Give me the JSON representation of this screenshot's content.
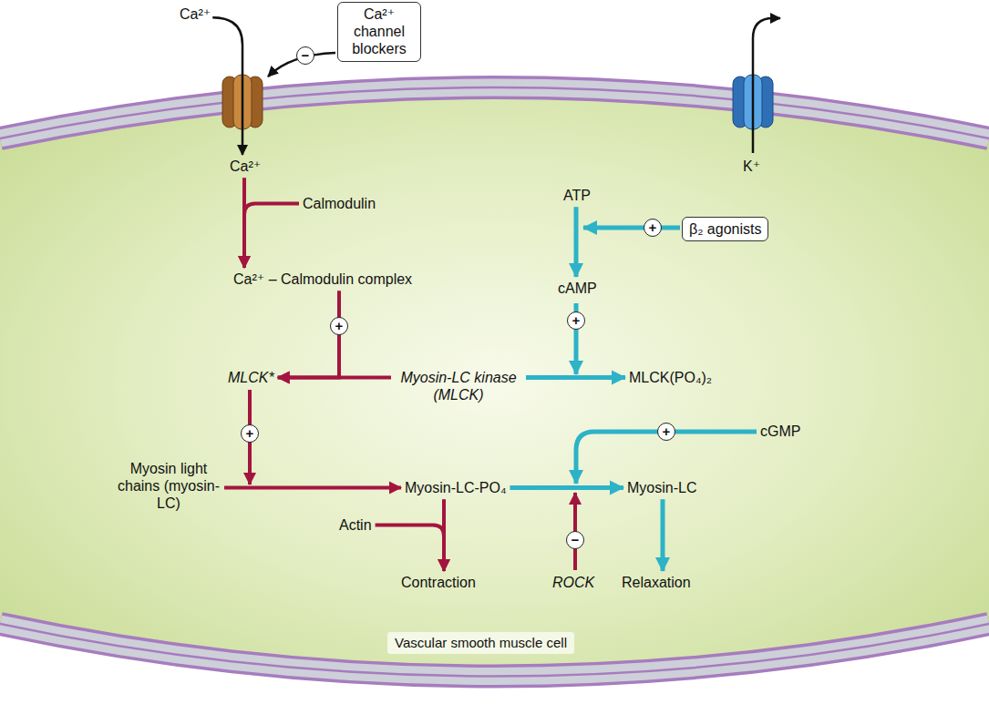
{
  "diagram": {
    "nodes": [
      {
        "text": [
          "Ca²⁺"
        ]
      },
      {
        "text": [
          "Ca²⁺ channel blockers"
        ]
      },
      {
        "text": [
          "Vascular smooth muscle cell"
        ]
      },
      {
        "text": [
          "Ca²⁺"
        ],
        "in": 2
      },
      {
        "text": [
          "Calmodulin"
        ],
        "in": 2
      },
      {
        "text": [
          "Ca²⁺ – Calmodulin complex"
        ],
        "in": 2
      },
      {
        "text": [
          "K⁺"
        ],
        "in": 2
      },
      {
        "text": [
          "ATP"
        ],
        "in": 2
      },
      {
        "text": [
          "β₂ agonists"
        ],
        "in": 2
      },
      {
        "text": [
          "cAMP"
        ],
        "in": 2
      },
      {
        "text": [
          "MLCK*"
        ],
        "in": 2
      },
      {
        "text": [
          "Myosin-LC kinase (MLCK)"
        ],
        "in": 2
      },
      {
        "text": [
          "MLCK(PO₄)₂"
        ],
        "in": 2
      },
      {
        "text": [
          "Myosin light chains (myosin-LC)"
        ],
        "in": 2
      },
      {
        "text": [
          "Myosin-LC-PO₄"
        ],
        "in": 2
      },
      {
        "text": [
          "Myosin-LC"
        ],
        "in": 2
      },
      {
        "text": [
          "cGMP"
        ],
        "in": 2
      },
      {
        "text": [
          "Actin"
        ],
        "in": 2
      },
      {
        "text": [
          "Contraction"
        ],
        "in": 2
      },
      {
        "text": [
          "ROCK"
        ],
        "in": 2
      },
      {
        "text": [
          "Relaxation"
        ],
        "in": 2
      }
    ],
    "edges": [
      {
        "from": 0,
        "to": 3,
        "arrow": "to"
      },
      {
        "from": 3,
        "to": 5,
        "arrow": "to"
      },
      {
        "from": 4,
        "to": 5,
        "arrow": "to"
      },
      {
        "from": 5,
        "to": 10,
        "arrow": "to"
      },
      {
        "from": 11,
        "to": 10,
        "arrow": "to"
      },
      {
        "from": 7,
        "to": 9,
        "arrow": "to"
      },
      {
        "from": 11,
        "to": 12,
        "arrow": "to"
      },
      {
        "from": 13,
        "to": 14,
        "arrow": "to"
      },
      {
        "from": 14,
        "to": 18,
        "arrow": "to"
      },
      {
        "from": 17,
        "to": 18,
        "arrow": "to"
      },
      {
        "from": 14,
        "to": 15,
        "arrow": "to"
      },
      {
        "from": 15,
        "to": 20,
        "arrow": "to"
      }
    ],
    "labels": [
      "−",
      "+",
      "+",
      "+",
      "+",
      "+",
      "−"
    ]
  }
}
